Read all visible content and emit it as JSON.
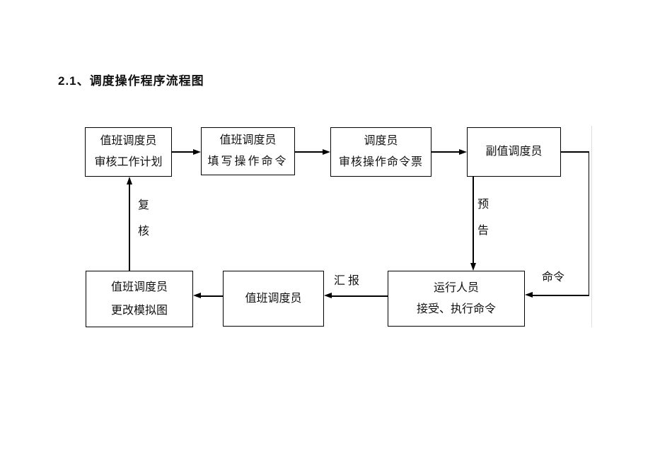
{
  "document": {
    "title": "2.1、调度操作程序流程图"
  },
  "flowchart": {
    "nodes": [
      {
        "id": "review-work-plan",
        "lines": [
          "值班调度员",
          "审核工作计划"
        ]
      },
      {
        "id": "fill-operation-order",
        "lines": [
          "值班调度员",
          "填写操作命令"
        ]
      },
      {
        "id": "review-order-ticket",
        "lines": [
          "调度员",
          "审核操作命令票"
        ]
      },
      {
        "id": "deputy-dispatcher",
        "lines": [
          "副值调度员"
        ]
      },
      {
        "id": "update-mimic-diagram",
        "lines": [
          "值班调度员",
          "更改模拟图"
        ]
      },
      {
        "id": "duty-dispatcher",
        "lines": [
          "值班调度员"
        ]
      },
      {
        "id": "operators-execute",
        "lines": [
          "运行人员",
          "接受、执行命令"
        ]
      }
    ],
    "edge_labels": {
      "recheck": [
        "复",
        "核"
      ],
      "notice": [
        "预",
        "告"
      ],
      "command": "命令",
      "report": "汇  报"
    },
    "colors": {
      "line": "#000000",
      "text": "#111111",
      "canvas_edge": "#dedede"
    }
  }
}
